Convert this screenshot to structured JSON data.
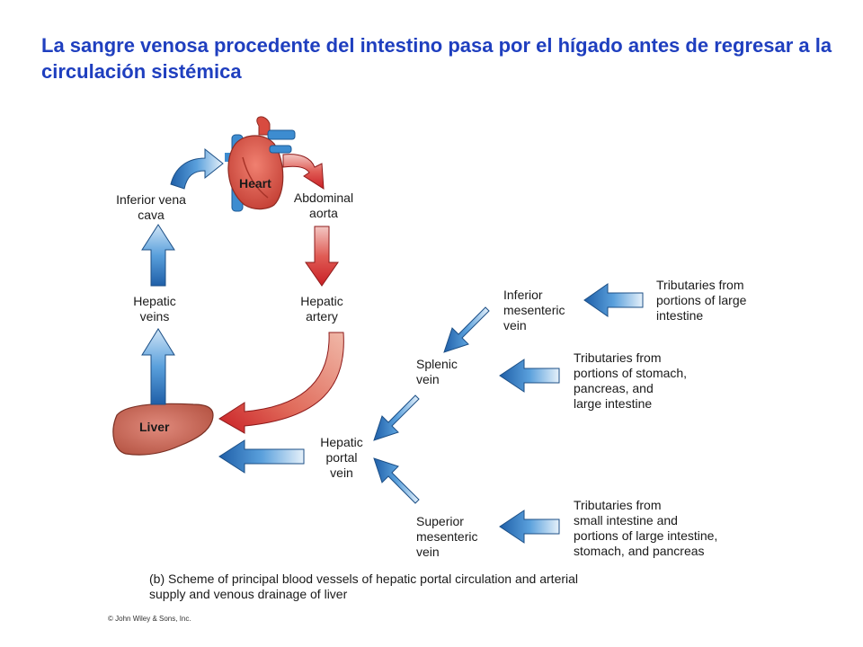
{
  "title": "La sangre venosa procedente del intestino pasa por el hígado antes de regresar a la circulación sistémica",
  "organs": {
    "heart": "Heart",
    "liver": "Liver"
  },
  "labels": {
    "ivc": "Inferior vena\ncava",
    "aorta": "Abdominal\naorta",
    "hepatic_veins": "Hepatic\nveins",
    "hepatic_artery": "Hepatic\nartery",
    "portal_vein": "Hepatic\nportal\nvein",
    "splenic": "Splenic\nvein",
    "inf_mes": "Inferior\nmesenteric\nvein",
    "sup_mes": "Superior\nmesenteric\nvein",
    "trib_large": "Tributaries from\nportions of large\nintestine",
    "trib_stomach": "Tributaries from\nportions of stomach,\npancreas, and\nlarge intestine",
    "trib_small": "Tributaries from\nsmall intestine and\nportions of large intestine,\nstomach, and pancreas"
  },
  "caption": "(b) Scheme of principal blood vessels of hepatic portal circulation and arterial\n      supply and venous drainage of liver",
  "copyright": "© John Wiley & Sons, Inc.",
  "colors": {
    "title": "#1f3fbf",
    "vein": "#2f73b8",
    "artery": "#d3262a",
    "liver": "#c9675a",
    "heart": "#d94f45"
  }
}
